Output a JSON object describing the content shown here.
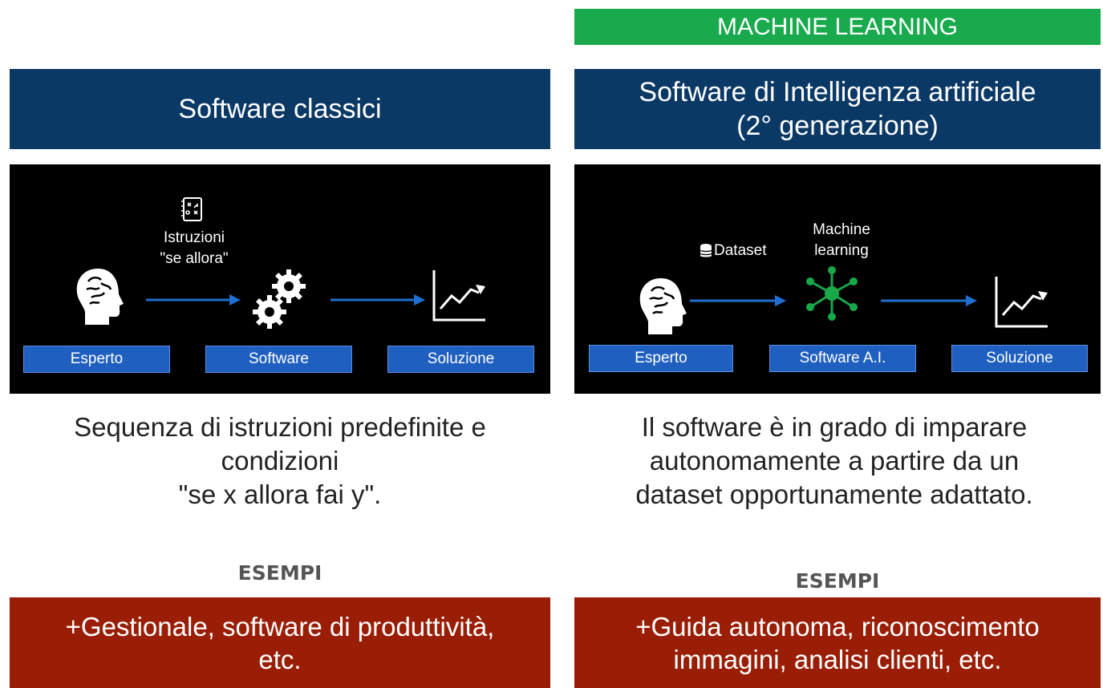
{
  "top_tag": "MACHINE LEARNING",
  "left": {
    "header": "Software classici",
    "diagram": {
      "instruction_label_1": "Istruzioni",
      "instruction_label_2": "\"se allora\"",
      "chips": [
        "Esperto",
        "Software",
        "Soluzione"
      ]
    },
    "description": [
      "Sequenza di istruzioni predefinite e",
      "condizioni",
      "\"se x allora fai y\"."
    ],
    "examples_title": "ESEMPI",
    "examples": [
      "+Gestionale, software di produttività,",
      "etc."
    ]
  },
  "right": {
    "header": [
      "Software di Intelligenza artificiale",
      "(2°   generazione)"
    ],
    "diagram": {
      "dataset_label": "Dataset",
      "ml_label_1": "Machine",
      "ml_label_2": "learning",
      "chips": [
        "Esperto",
        "Software A.I.",
        "Soluzione"
      ]
    },
    "description": [
      "Il software è in grado di imparare",
      "autonomamente a partire da un",
      "dataset opportunamente adattato."
    ],
    "examples_title": "ESEMPI",
    "examples": [
      "+Guida autonoma, riconoscimento",
      "immagini, analisi clienti, etc."
    ]
  },
  "icons": [
    "brain-head-icon",
    "algorithm-sheet-icon",
    "gears-icon",
    "growth-chart-icon",
    "database-icon",
    "network-node-icon",
    "arrow-right-icon"
  ],
  "colors": {
    "green_tag": "#18aa4c",
    "header_blue": "#0b3966",
    "chip_blue": "#1f5fbf",
    "arrow_blue": "#1f6fd1",
    "network_green": "#18a84a",
    "example_red": "#9a1e05"
  }
}
